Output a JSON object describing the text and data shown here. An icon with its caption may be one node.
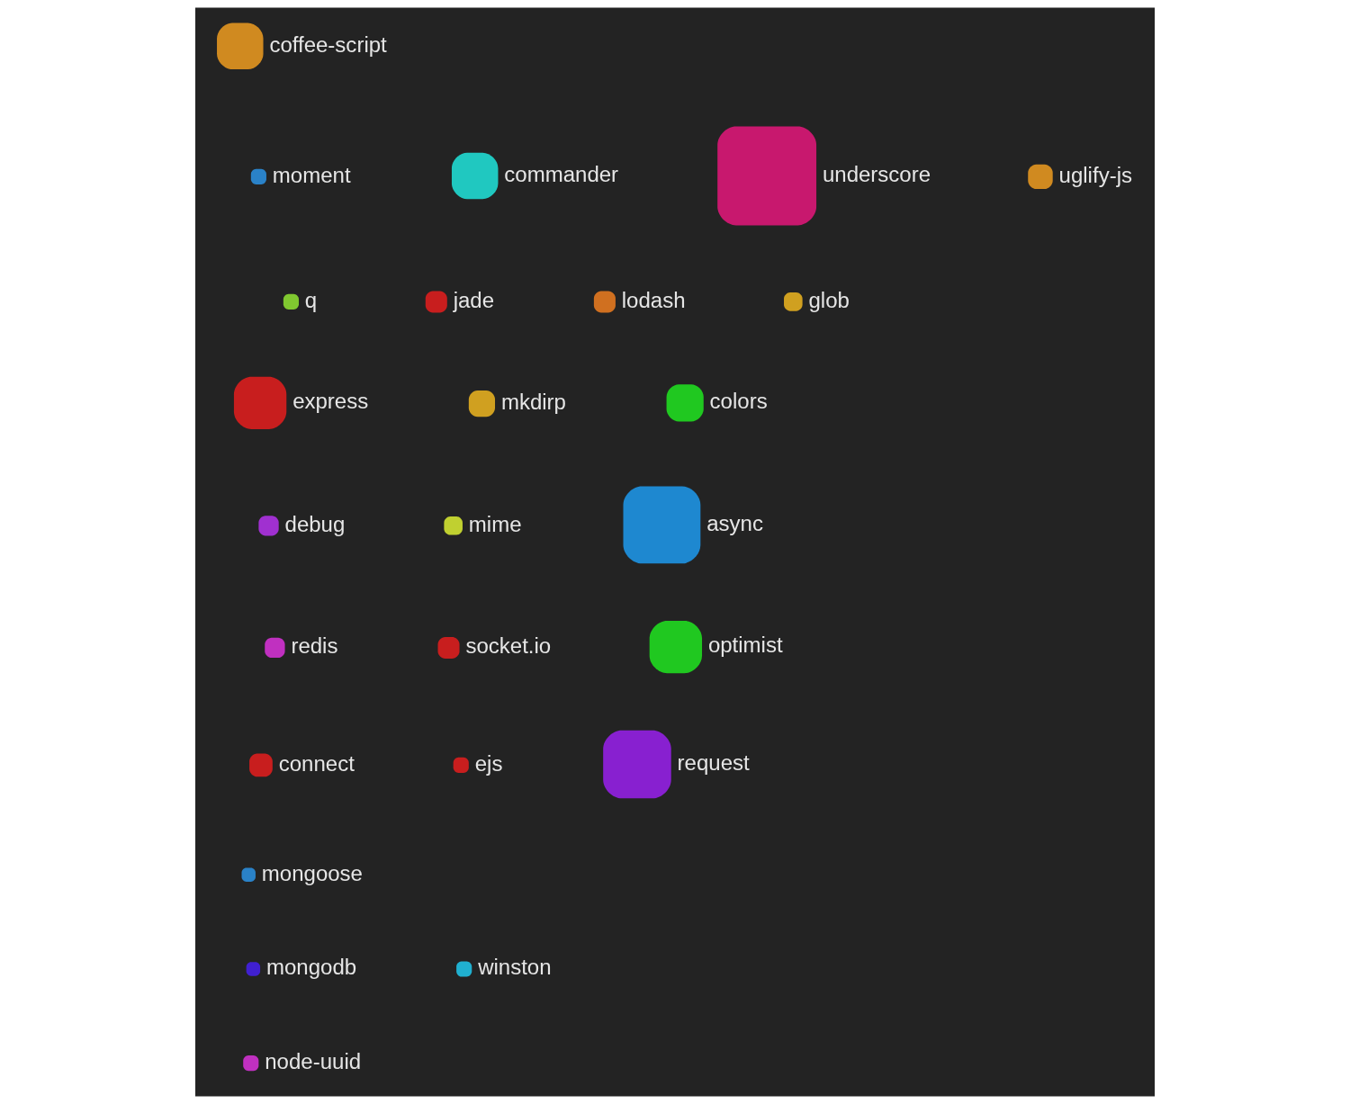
{
  "diagram": {
    "nodes": [
      {
        "text": [
          "coffee-script"
        ]
      },
      {
        "text": [
          "moment"
        ]
      },
      {
        "text": [
          "underscore"
        ]
      },
      {
        "text": [
          "commander"
        ]
      },
      {
        "text": [
          "uglify-js"
        ]
      },
      {
        "text": [
          "glob"
        ]
      },
      {
        "text": [
          "jade"
        ]
      },
      {
        "text": [
          "q"
        ]
      },
      {
        "text": [
          "lodash"
        ]
      },
      {
        "text": [
          "express"
        ]
      },
      {
        "text": [
          "colors"
        ]
      },
      {
        "text": [
          "mkdirp"
        ]
      },
      {
        "text": [
          "debug"
        ]
      },
      {
        "text": [
          "mime"
        ]
      },
      {
        "text": [
          "async"
        ]
      },
      {
        "text": [
          "redis"
        ]
      },
      {
        "text": [
          "socket.io"
        ]
      },
      {
        "text": [
          "optimist"
        ]
      },
      {
        "text": [
          "request"
        ]
      },
      {
        "text": [
          "ejs"
        ]
      },
      {
        "text": [
          "connect"
        ]
      },
      {
        "text": [
          "mongoose"
        ]
      },
      {
        "text": [
          "mongodb"
        ]
      },
      {
        "text": [
          "winston"
        ]
      },
      {
        "text": [
          "node-uuid"
        ]
      }
    ]
  }
}
